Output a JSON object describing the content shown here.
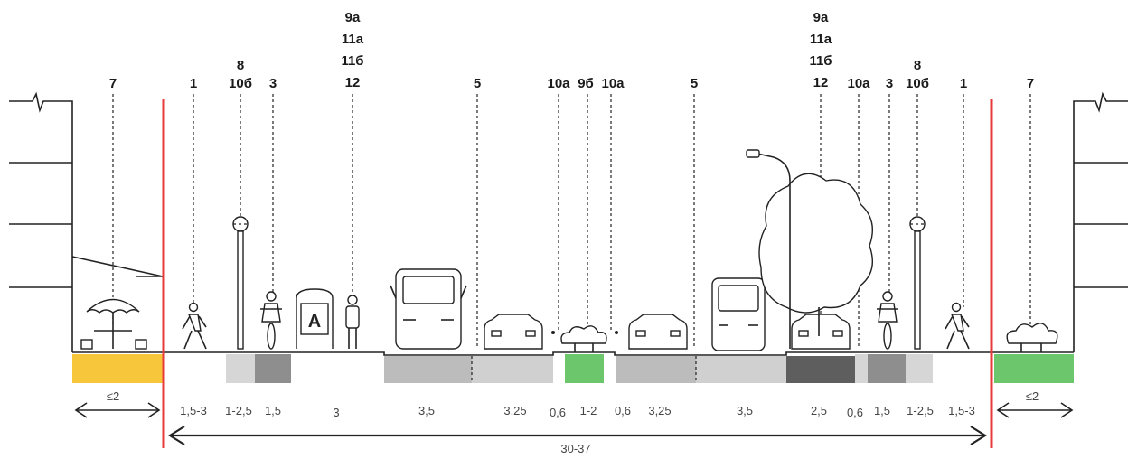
{
  "markers": {
    "m1": "7",
    "m2": "1",
    "m3a": "8",
    "m3b": "10б",
    "m4": "3",
    "m5a": "9a",
    "m5b": "11a",
    "m5c": "11б",
    "m5d": "12",
    "m6": "5",
    "m7": "10a",
    "m8": "9б",
    "m9": "10a",
    "m10": "5",
    "m11a": "9a",
    "m11b": "11a",
    "m11c": "11б",
    "m11d": "12",
    "m12": "10a",
    "m13": "3",
    "m14a": "8",
    "m14b": "10б",
    "m15": "1",
    "m16": "7"
  },
  "dimensions": {
    "d0": "≤2",
    "d1": "1,5-3",
    "d2": "1-2,5",
    "d3": "1,5",
    "d4": "3",
    "d5": "3,5",
    "d6": "3,25",
    "d7": "0,6",
    "d8": "1-2",
    "d9": "0,6",
    "d10": "3,25",
    "d11": "3,5",
    "d12": "2,5",
    "d13": "0,6",
    "d14": "1,5",
    "d15": "1-2,5",
    "d16": "1,5-3",
    "d17": "≤2",
    "total": "30-37"
  },
  "bus_stop_sign": "A",
  "colors": {
    "red_line": "#e83a3a",
    "yellow_zone": "#f7c63b",
    "green_zone": "#6cc66b",
    "light_gray": "#d6d6d6",
    "mid_gray": "#bcbcbc",
    "dark_gray": "#8e8e8e",
    "darker_gray": "#5e5e5e"
  }
}
